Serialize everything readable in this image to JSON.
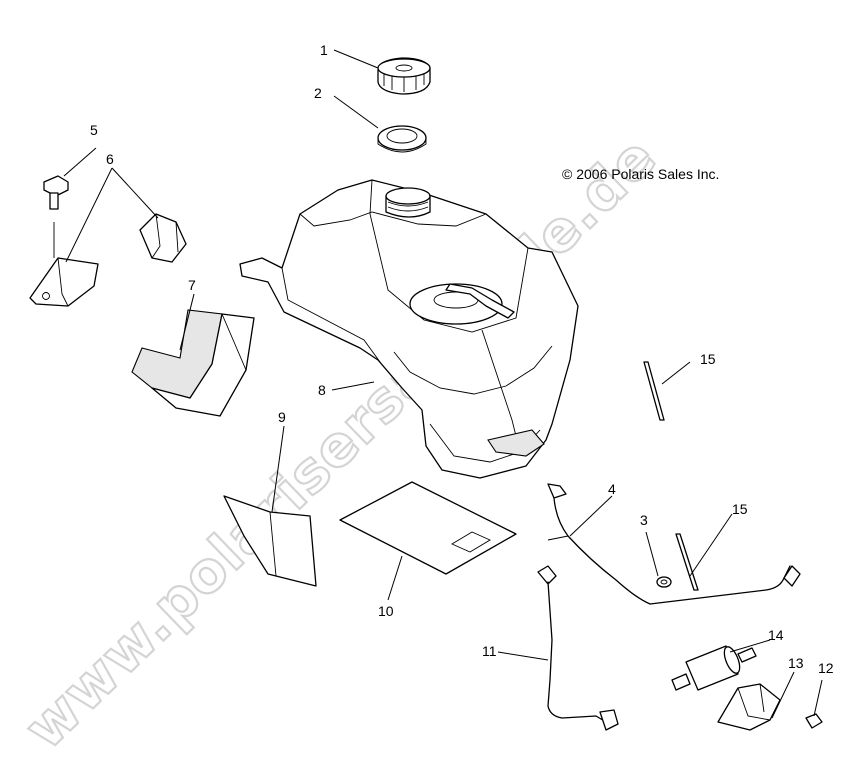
{
  "copyright": "© 2006 Polaris Sales Inc.",
  "watermark": "www.polarisersatzteile.de",
  "callouts": [
    "1",
    "2",
    "3",
    "4",
    "5",
    "6",
    "6",
    "7",
    "8",
    "9",
    "10",
    "11",
    "12",
    "13",
    "14",
    "15",
    "15"
  ],
  "parts": [
    "fuel-cap",
    "cap-gasket",
    "hose-clamp",
    "vent-hose",
    "bolt",
    "bracket",
    "heat-shield",
    "fuel-tank",
    "pad",
    "foam-pad",
    "fuel-line",
    "screw",
    "filter-clip",
    "fuel-filter",
    "cable-tie"
  ]
}
